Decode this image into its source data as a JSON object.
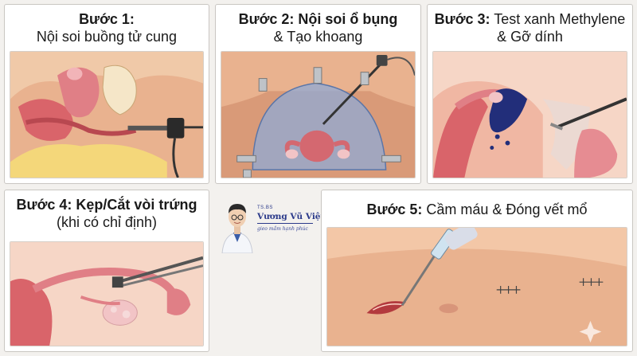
{
  "steps": [
    {
      "label": "Bước 1:",
      "line2": "Nội soi buồng tử cung"
    },
    {
      "label": "Bước 2: Nội soi ổ bụng",
      "line2": "& Tạo khoang"
    },
    {
      "label": "Bước 3:",
      "title_rest": "Test xanh Methylene",
      "line2": "& Gỡ dính"
    },
    {
      "label": "Bước 4: Kẹp/Cắt vòi trứng",
      "line2": "(khi có chỉ định)"
    },
    {
      "label": "Bước 5:",
      "title_rest": "Cầm máu & Đóng vết mổ"
    }
  ],
  "brand": {
    "title": "TS.BS",
    "name": "Vương Vũ Việt Hà",
    "slogan": "gieo mầm hạnh phúc"
  }
}
